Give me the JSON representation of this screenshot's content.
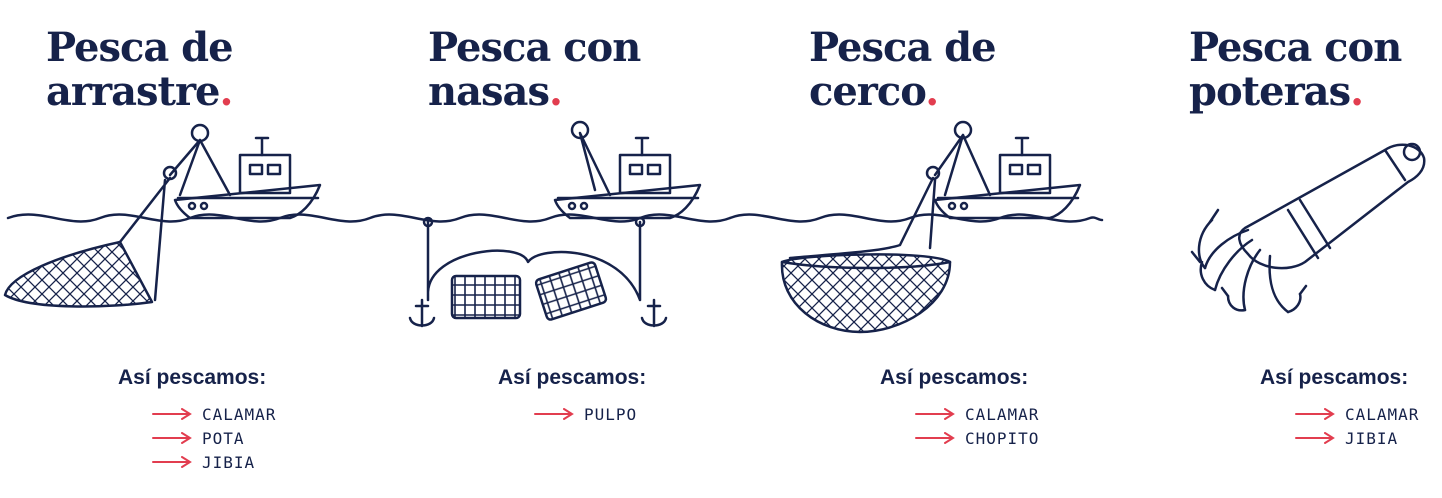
{
  "columns": [
    {
      "title_l1": "Pesca de",
      "title_l2": "arrastre",
      "dot": ".",
      "how": "Así pescamos:",
      "items": [
        "CALAMAR",
        "POTA",
        "JIBIA"
      ]
    },
    {
      "title_l1": "Pesca con",
      "title_l2": "nasas",
      "dot": ".",
      "how": "Así pescamos:",
      "items": [
        "PULPO"
      ]
    },
    {
      "title_l1": "Pesca de",
      "title_l2": "cerco",
      "dot": ".",
      "how": "Así pescamos:",
      "items": [
        "CALAMAR",
        "CHOPITO"
      ]
    },
    {
      "title_l1": "Pesca con",
      "title_l2": "poteras",
      "dot": ".",
      "how": "Así pescamos:",
      "items": [
        "CALAMAR",
        "JIBIA"
      ]
    }
  ],
  "colors": {
    "ink": "#16224a",
    "accent": "#e23d4f"
  }
}
